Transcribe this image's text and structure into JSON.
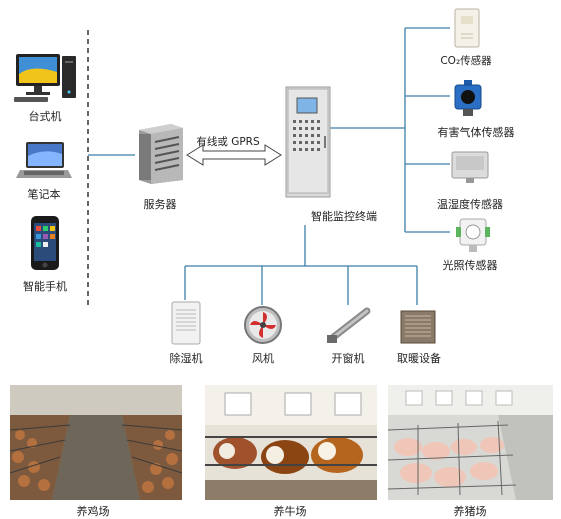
{
  "clients": {
    "desktop": "台式机",
    "laptop": "笔记本",
    "phone": "智能手机"
  },
  "server": {
    "label": "服务器"
  },
  "link": {
    "label": "有线或 GPRS"
  },
  "terminal": {
    "label": "智能监控终端"
  },
  "sensors": {
    "co2": "CO₂传感器",
    "gas": "有害气体传感器",
    "temp_humidity": "温湿度传感器",
    "light": "光照传感器"
  },
  "actuators": {
    "dehumidifier": "除湿机",
    "fan": "风机",
    "window_opener": "开窗机",
    "heater": "取暖设备"
  },
  "farms": {
    "chicken": "养鸡场",
    "cattle": "养牛场",
    "pig": "养猪场"
  },
  "colors": {
    "line": "#3c7fa8",
    "cabinet": "#d9d9d9",
    "screen": "#7fb4e6"
  }
}
